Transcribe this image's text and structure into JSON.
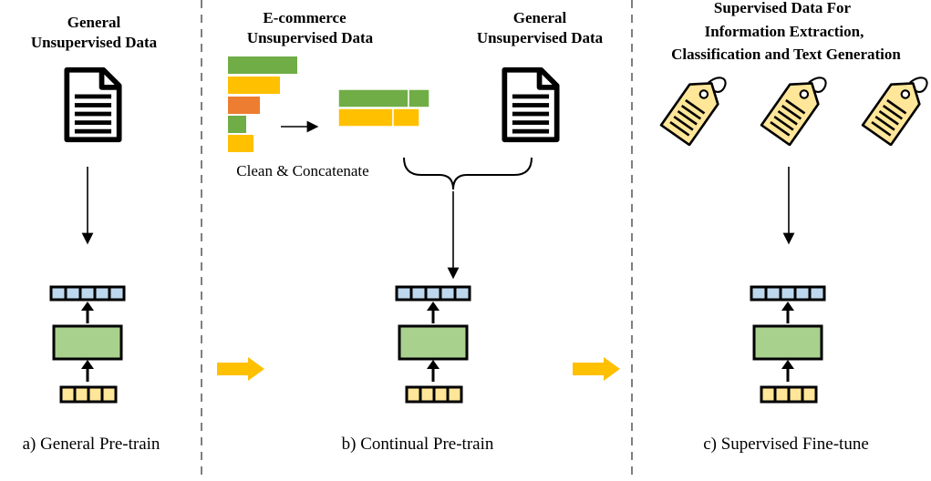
{
  "panels": {
    "a": {
      "header": [
        "General",
        "Unsupervised Data"
      ],
      "caption": "a) General Pre-train"
    },
    "b": {
      "header_left": [
        "E-commerce",
        "Unsupervised Data"
      ],
      "header_right": [
        "General",
        "Unsupervised Data"
      ],
      "process_label": "Clean & Concatenate",
      "caption": "b) Continual Pre-train"
    },
    "c": {
      "header": [
        "Supervised Data For",
        "Information Extraction,",
        "Classification and Text Generation"
      ],
      "caption": "c) Supervised Fine-tune"
    }
  },
  "colors": {
    "green": "#70ad47",
    "orange": "#ffc000",
    "dark_orange": "#ed7d31",
    "model_fill": "#a9d18e",
    "output_token": "#bdd7ee",
    "input_token": "#ffe699",
    "tag_fill": "#ffe699",
    "arrow_flow": "#ffc000",
    "divider": "#7f7f7f"
  },
  "icons": {
    "document": "document-icon",
    "tag": "tag-icon"
  }
}
